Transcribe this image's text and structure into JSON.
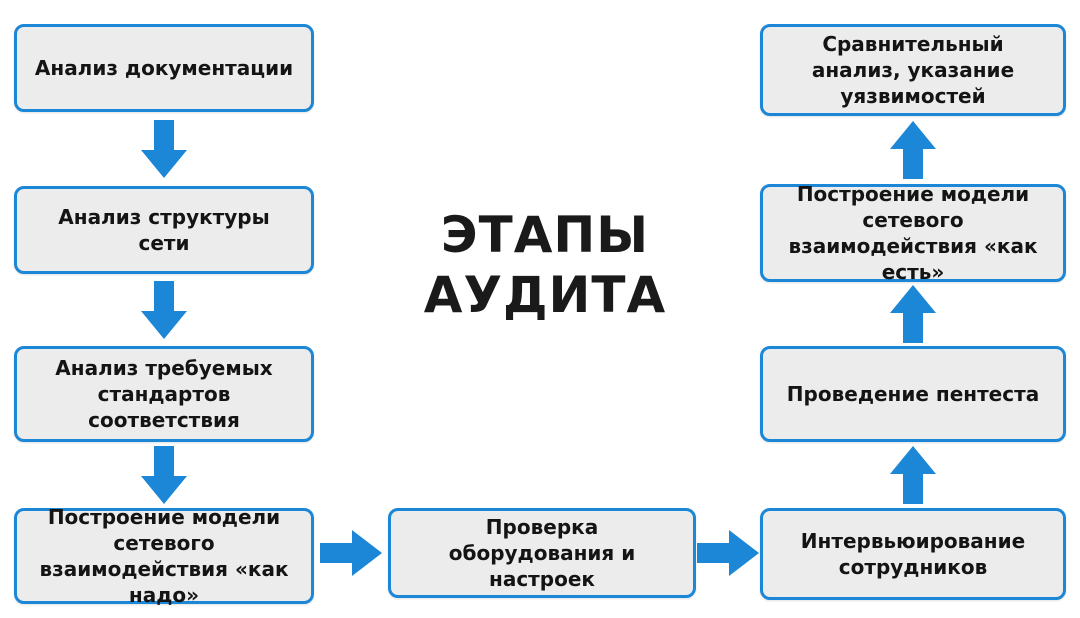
{
  "title": {
    "line1": "ЭТАПЫ",
    "line2": "АУДИТА"
  },
  "colors": {
    "accent_blue": "#1b87d6",
    "box_fill": "#ececec",
    "box_border": "#1b87d6",
    "text": "#141414"
  },
  "nodes": {
    "left": [
      {
        "label": "Анализ документации"
      },
      {
        "label": "Анализ структуры сети"
      },
      {
        "label": "Анализ требуемых стандартов соответствия"
      },
      {
        "label": "Построение модели сетевого взаимодействия «как надо»"
      }
    ],
    "middle": [
      {
        "label": "Проверка оборудования и настроек"
      }
    ],
    "right": [
      {
        "label": "Сравнительный анализ, указание уязвимостей"
      },
      {
        "label": "Построение модели сетевого взаимодействия «как есть»"
      },
      {
        "label": "Проведение пентеста"
      },
      {
        "label": "Интервьюирование сотрудников"
      }
    ]
  }
}
